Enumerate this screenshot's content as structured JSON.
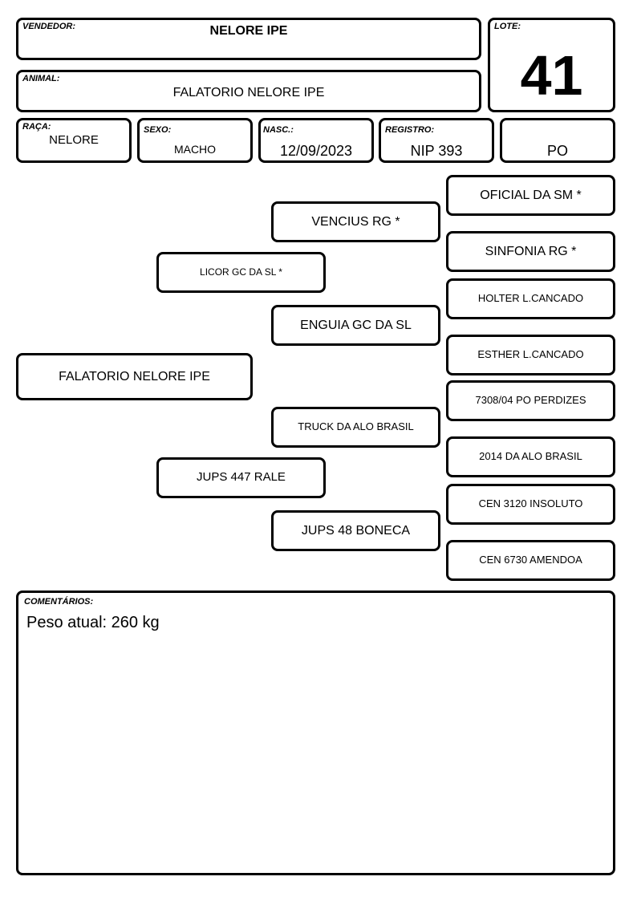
{
  "header": {
    "vendedor_label": "VENDEDOR:",
    "vendedor": "NELORE IPE",
    "lote_label": "LOTE:",
    "lote": "41",
    "animal_label": "ANIMAL:",
    "animal": "FALATORIO NELORE IPE"
  },
  "info": {
    "raca_label": "RAÇA:",
    "raca": "NELORE",
    "sexo_label": "SEXO:",
    "sexo": "MACHO",
    "nasc_label": "NASC.:",
    "nasc": "12/09/2023",
    "registro_label": "REGISTRO:",
    "registro": "NIP 393",
    "categoria": "PO"
  },
  "pedigree": {
    "animal": "FALATORIO NELORE IPE",
    "sire": "LICOR GC DA SL *",
    "dam": "JUPS 447 RALE",
    "sire_sire": "VENCIUS RG *",
    "sire_dam": "ENGUIA GC DA SL",
    "dam_sire": "TRUCK DA ALO BRASIL",
    "dam_dam": "JUPS 48 BONECA",
    "ggp": [
      "OFICIAL DA SM *",
      "SINFONIA RG *",
      "HOLTER L.CANCADO",
      "ESTHER L.CANCADO",
      "7308/04 PO PERDIZES",
      "2014 DA ALO BRASIL",
      "CEN 3120 INSOLUTO",
      "CEN 6730 AMENDOA"
    ]
  },
  "comments": {
    "label": "COMENTÁRIOS:",
    "text": "Peso atual: 260 kg"
  }
}
